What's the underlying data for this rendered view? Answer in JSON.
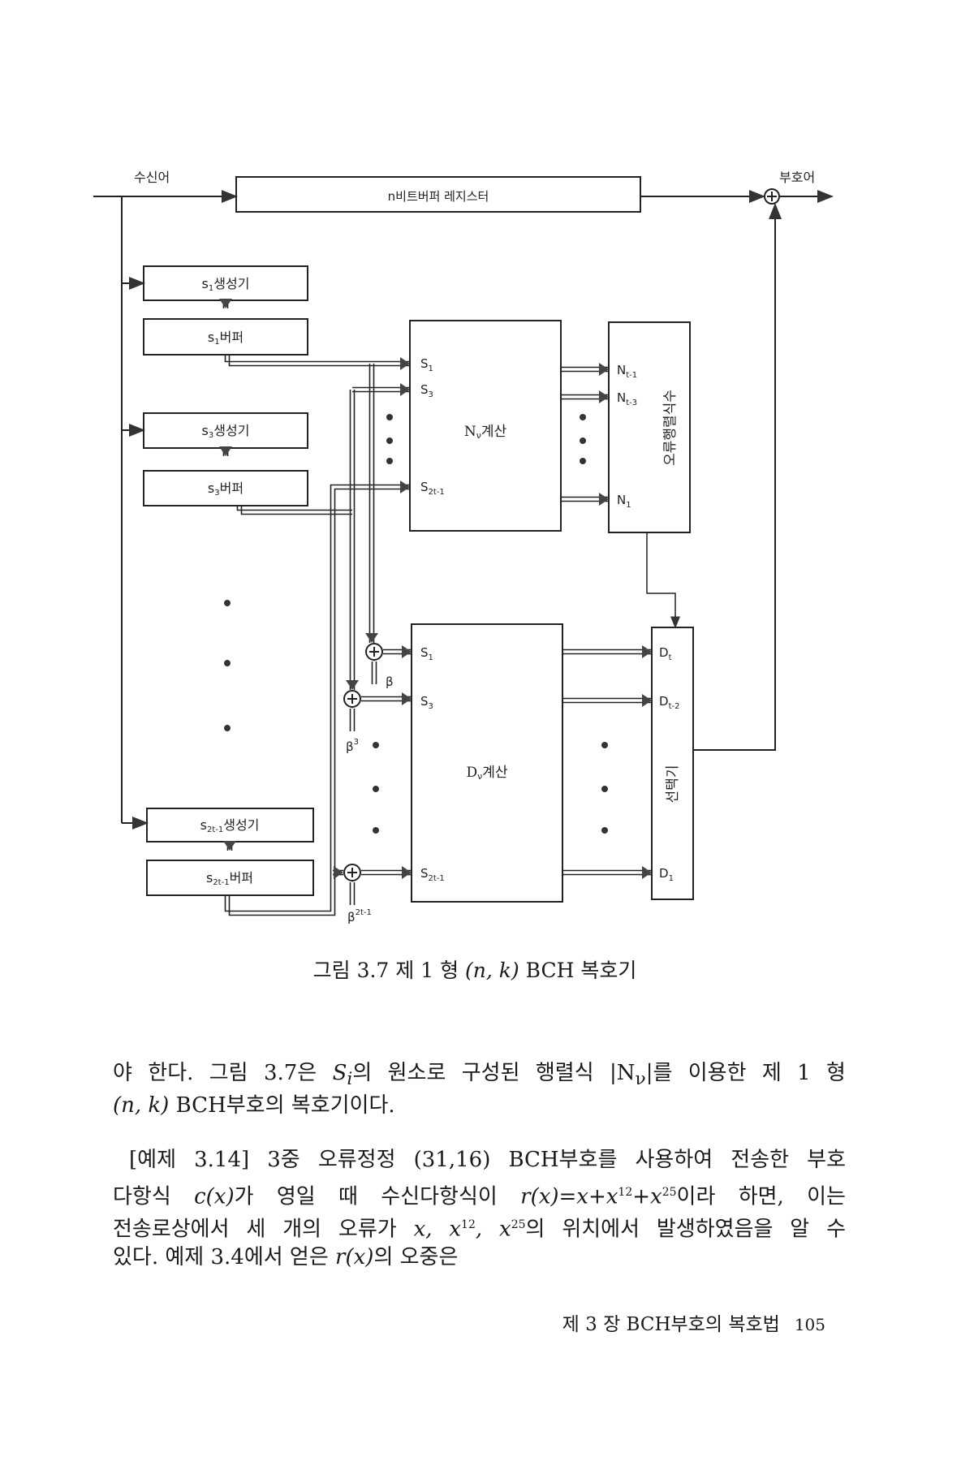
{
  "figure": {
    "input_label": "수신어",
    "output_label": "부호어",
    "register_label": "n비트버퍼 레지스터",
    "s1_gen": {
      "base": "s",
      "sub": "1",
      "text": "생성기"
    },
    "s1_buf": {
      "base": "s",
      "sub": "1",
      "text": "버퍼"
    },
    "s3_gen": {
      "base": "s",
      "sub": "3",
      "text": "생성기"
    },
    "s3_buf": {
      "base": "s",
      "sub": "3",
      "text": "버퍼"
    },
    "s2t_gen": {
      "base": "s",
      "sub": "2t-1",
      "text": "생성기"
    },
    "s2t_buf": {
      "base": "s",
      "sub": "2t-1",
      "text": "버퍼"
    },
    "n_calc": {
      "base": "N",
      "sub": "ν",
      "text": "계산"
    },
    "d_calc": {
      "base": "D",
      "sub": "ν",
      "text": "계산"
    },
    "n_inputs": [
      {
        "base": "S",
        "sub": "1"
      },
      {
        "base": "S",
        "sub": "3"
      },
      {
        "base": "S",
        "sub": "2t-1"
      }
    ],
    "d_inputs": [
      {
        "base": "S",
        "sub": "1"
      },
      {
        "base": "S",
        "sub": "3"
      },
      {
        "base": "S",
        "sub": "2t-1"
      }
    ],
    "n_outputs": [
      {
        "base": "N",
        "sub": "t-1"
      },
      {
        "base": "N",
        "sub": "t-3"
      },
      {
        "base": "N",
        "sub": "1"
      }
    ],
    "d_outputs": [
      {
        "base": "D",
        "sub": "t"
      },
      {
        "base": "D",
        "sub": "t-2"
      },
      {
        "base": "D",
        "sub": "1"
      }
    ],
    "det_label": "오류행렬식수",
    "selector_label": "선택기",
    "betas": [
      {
        "base": "β",
        "sup": ""
      },
      {
        "base": "β",
        "sup": "3"
      },
      {
        "base": "β",
        "sup": "2t-1"
      }
    ]
  },
  "caption": {
    "prefix": "그림 3.7   제 1 형 ",
    "nk": "(n, k)",
    "suffix": " BCH 복호기"
  },
  "body": {
    "l1": {
      "a": "야 한다. 그림 3.7은 ",
      "s": "S",
      "si": "i",
      "b": "의 원소로 구성된 행렬식 |N",
      "nu": "ν",
      "c": "|를 이용한 제 1 형"
    },
    "l2": {
      "nk": "(n, k)",
      "a": " BCH부호의 복호기이다."
    },
    "l3": "[예제 3.14]  3중 오류정정 (31,16) BCH부호를 사용하여 전송한 부호",
    "l4": {
      "a": "다항식 ",
      "cx": "c(x)",
      "b": "가 영일 때 수신다항식이 ",
      "rx": "r(x)=x+x",
      "e1": "12",
      "p": "+x",
      "e2": "25",
      "c": "이라 하면, 이는"
    },
    "l5": {
      "a": "전송로상에서 세 개의 오류가 ",
      "x": "x, x",
      "e1": "12",
      "y": ", x",
      "e2": "25",
      "b": "의 위치에서 발생하였음을 알 수"
    },
    "l6": {
      "a": "있다. 예제 3.4에서 얻은 ",
      "rx": "r(x)",
      "b": "의 오중은"
    }
  },
  "footer": {
    "chapter": "제 3 장  BCH부호의 복호법",
    "page": "105"
  }
}
